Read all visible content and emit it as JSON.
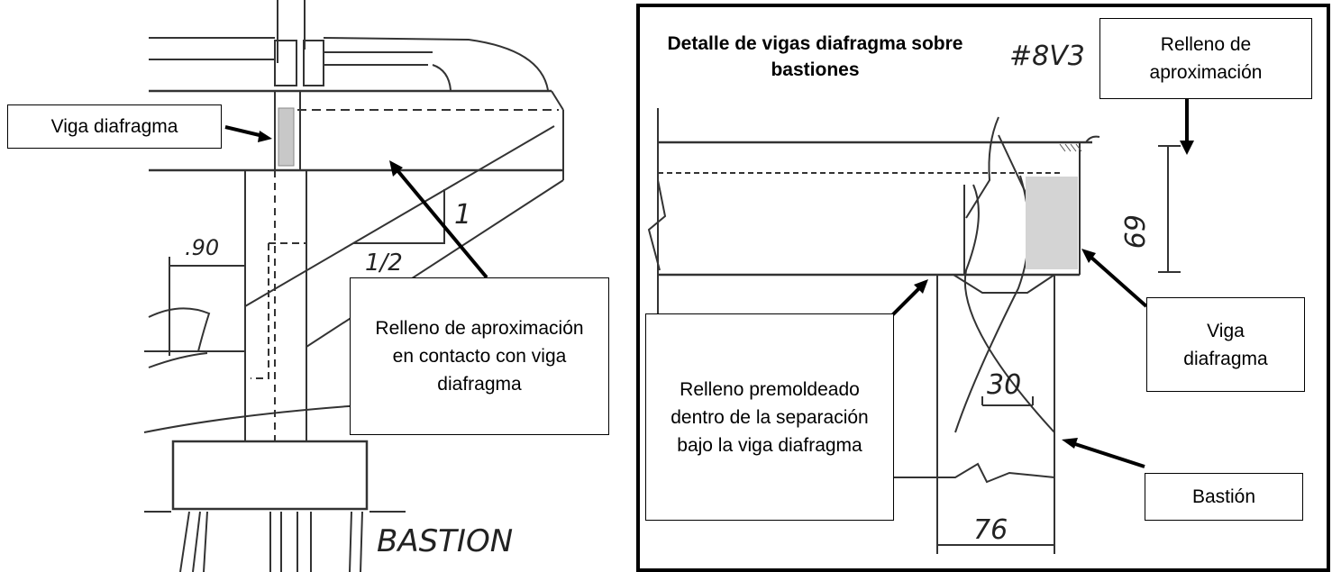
{
  "left": {
    "label_viga": "Viga diafragma",
    "label_relleno": "Relleno de aproximación en contacto con viga diafragma",
    "dim_90": ".90",
    "slope_1": "1",
    "slope_1_5": "1/2",
    "bastion_text": "BASTION"
  },
  "right": {
    "title": "Detalle de vigas diafragma sobre bastiones",
    "label_relleno_aprox": "Relleno de aproximación",
    "label_viga": "Viga diafragma",
    "label_relleno_premoldeado": "Relleno premoldeado dentro de la separación bajo la viga diafragma",
    "label_bastion": "Bastión",
    "dim_69": "69",
    "dim_30": "30",
    "dim_76": "76",
    "bar_mark": "#8V3"
  },
  "colors": {
    "highlight": "#c8c8c8",
    "line": "#333333",
    "frame": "#000000"
  }
}
